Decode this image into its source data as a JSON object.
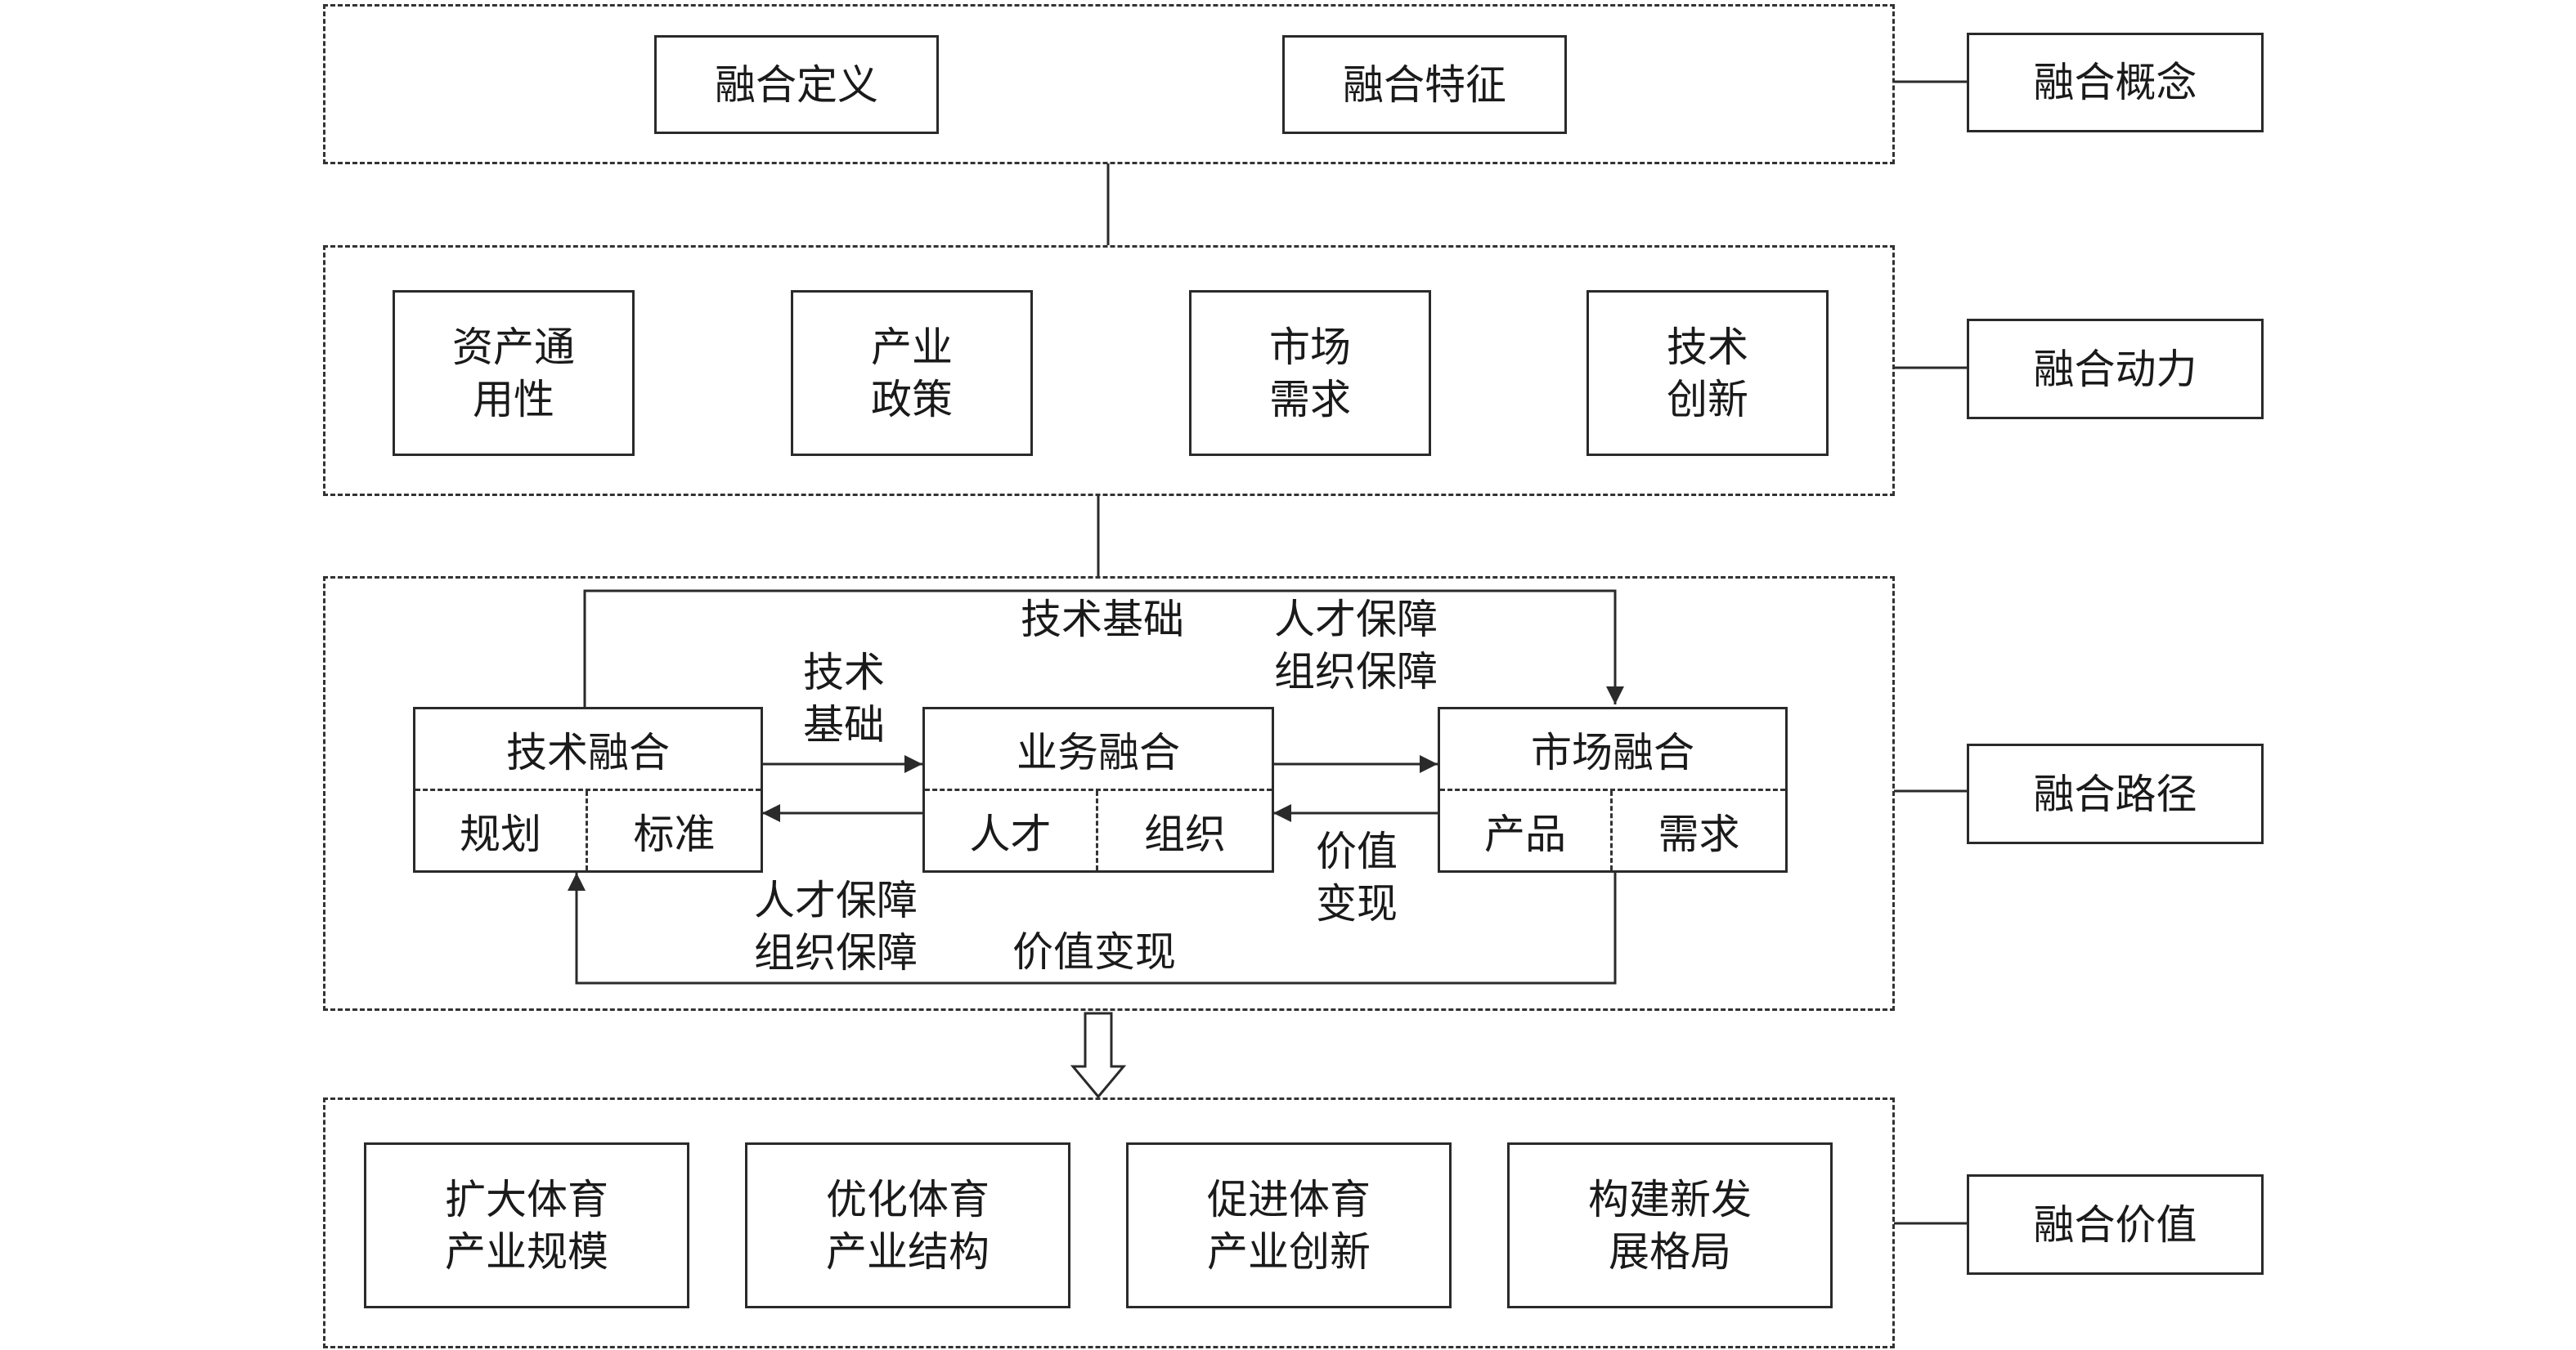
{
  "concept": {
    "items": [
      "融合定义",
      "融合特征"
    ],
    "side_label": "融合概念"
  },
  "drivers": {
    "items": [
      "资产通\n用性",
      "产业\n政策",
      "市场\n需求",
      "技术\n创新"
    ],
    "side_label": "融合动力"
  },
  "path": {
    "side_label": "融合路径",
    "tech": {
      "title": "技术融合",
      "left": "规划",
      "right": "标准"
    },
    "business": {
      "title": "业务融合",
      "left": "人才",
      "right": "组织"
    },
    "market": {
      "title": "市场融合",
      "left": "产品",
      "right": "需求"
    },
    "labels": {
      "top_left": "技术基础",
      "top_right": "人才保障\n组织保障",
      "tech_to_business": "技术\n基础",
      "business_to_tech": "人才保障\n组织保障",
      "market_to_business": "价值\n变现",
      "bottom": "价值变现"
    }
  },
  "value": {
    "items": [
      "扩大体育\n产业规模",
      "优化体育\n产业结构",
      "促进体育\n产业创新",
      "构建新发\n展格局"
    ],
    "side_label": "融合价值"
  }
}
